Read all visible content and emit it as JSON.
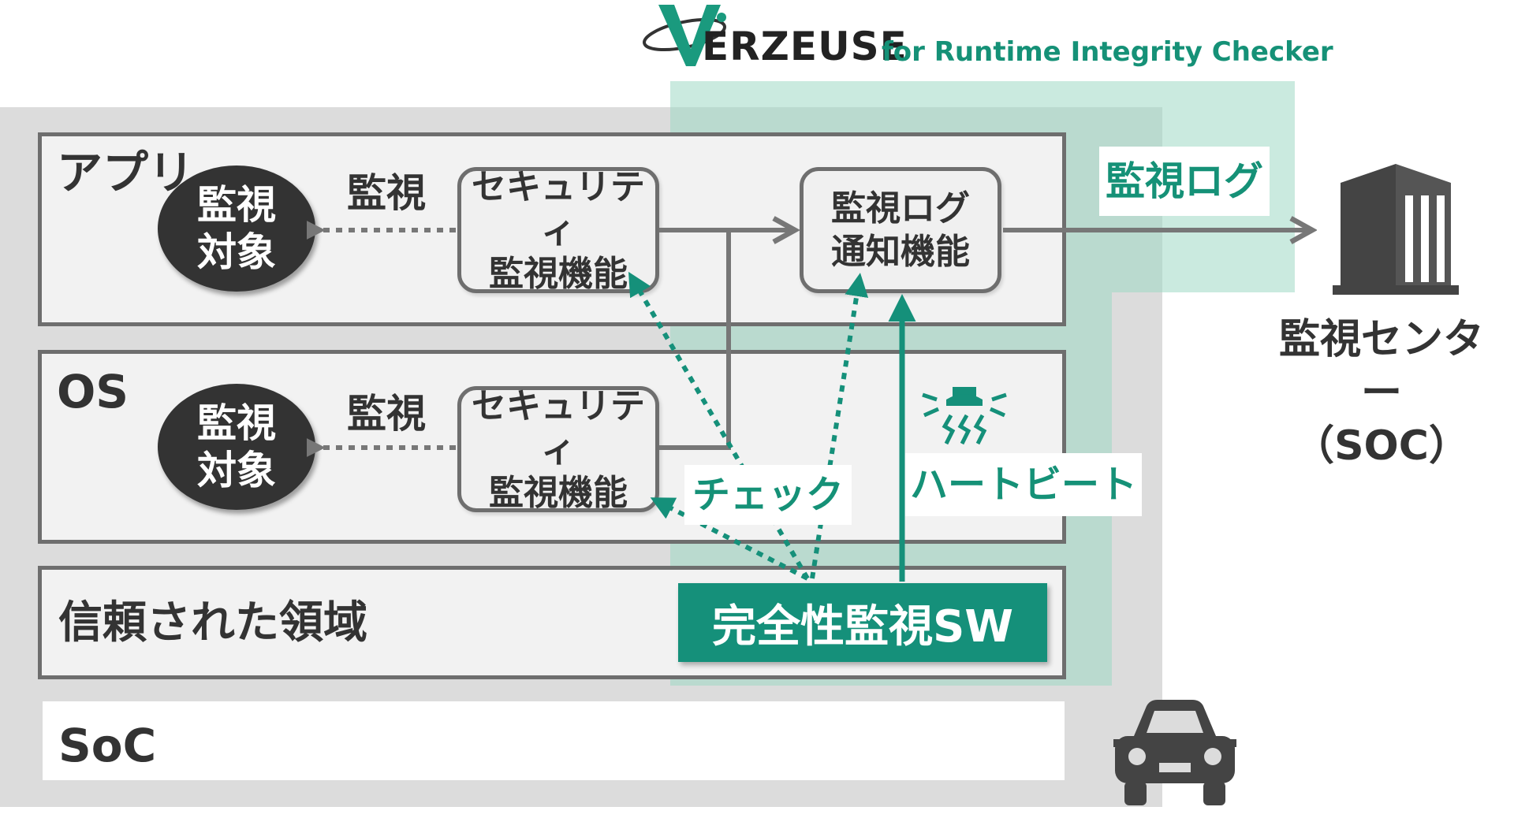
{
  "brand": {
    "name": "ERZEUSE",
    "tagline": "for Runtime Integrity Checker"
  },
  "layers": {
    "app": {
      "title": "アプリ",
      "target": "監視\n対象",
      "monitor_label": "監視",
      "security_function": "セキュリティ\n監視機能",
      "log_function": "監視ログ\n通知機能"
    },
    "os": {
      "title": "OS",
      "target": "監視\n対象",
      "monitor_label": "監視",
      "security_function": "セキュリティ\n監視機能"
    },
    "trusted": {
      "title": "信頼された領域",
      "integrity_sw": "完全性監視SW"
    },
    "soc": {
      "title": "SoC"
    }
  },
  "labels": {
    "log": "監視ログ",
    "check": "チェック",
    "heartbeat": "ハートビート"
  },
  "monitoring_center": "監視センター\n（SOC）",
  "icons": {
    "building": "building-icon",
    "car": "car-icon",
    "alarm": "alarm-lamp-icon",
    "logo": "verzeuse-logo-icon"
  },
  "colors": {
    "teal": "#15907a",
    "teal_zone": "#9fd8c5",
    "dark": "#333333",
    "frame": "#dcdcdc"
  }
}
